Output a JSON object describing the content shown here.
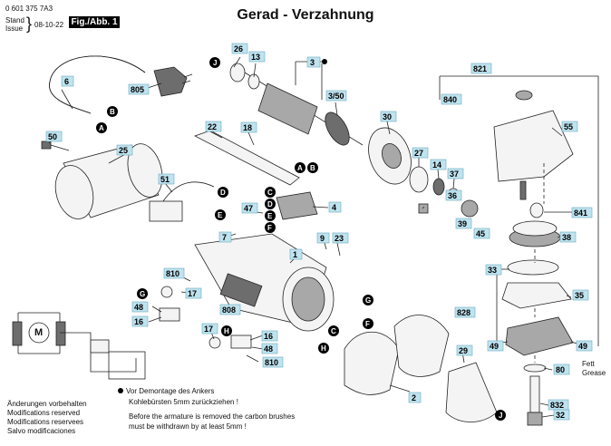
{
  "header": {
    "doc_number": "0 601 375 7A3",
    "stand_label": "Stand",
    "issue_label": "Issue",
    "date": "08-10-22",
    "fig_label": "Fig./Abb. 1",
    "title": "Gerad - Verzahnung"
  },
  "parts": [
    {
      "id": "p3",
      "label": "3"
    },
    {
      "id": "p350",
      "label": "3/50"
    },
    {
      "id": "p26",
      "label": "26"
    },
    {
      "id": "p13",
      "label": "13"
    },
    {
      "id": "p6",
      "label": "6"
    },
    {
      "id": "p805",
      "label": "805"
    },
    {
      "id": "p50",
      "label": "50"
    },
    {
      "id": "p25",
      "label": "25"
    },
    {
      "id": "p22",
      "label": "22"
    },
    {
      "id": "p18",
      "label": "18"
    },
    {
      "id": "p30",
      "label": "30"
    },
    {
      "id": "p27",
      "label": "27"
    },
    {
      "id": "p14",
      "label": "14"
    },
    {
      "id": "p37",
      "label": "37"
    },
    {
      "id": "p36",
      "label": "36"
    },
    {
      "id": "p39",
      "label": "39"
    },
    {
      "id": "p45",
      "label": "45"
    },
    {
      "id": "p51",
      "label": "51"
    },
    {
      "id": "p4",
      "label": "4"
    },
    {
      "id": "p47",
      "label": "47"
    },
    {
      "id": "p7",
      "label": "7"
    },
    {
      "id": "p9",
      "label": "9"
    },
    {
      "id": "p23",
      "label": "23"
    },
    {
      "id": "p1",
      "label": "1"
    },
    {
      "id": "p810a",
      "label": "810"
    },
    {
      "id": "p17a",
      "label": "17"
    },
    {
      "id": "p48a",
      "label": "48"
    },
    {
      "id": "p16a",
      "label": "16"
    },
    {
      "id": "p808",
      "label": "808"
    },
    {
      "id": "p17b",
      "label": "17"
    },
    {
      "id": "p16b",
      "label": "16"
    },
    {
      "id": "p48b",
      "label": "48"
    },
    {
      "id": "p810b",
      "label": "810"
    },
    {
      "id": "p29",
      "label": "29"
    },
    {
      "id": "p2",
      "label": "2"
    },
    {
      "id": "p821",
      "label": "821"
    },
    {
      "id": "p840",
      "label": "840"
    },
    {
      "id": "p55",
      "label": "55"
    },
    {
      "id": "p841",
      "label": "841"
    },
    {
      "id": "p38",
      "label": "38"
    },
    {
      "id": "p33",
      "label": "33"
    },
    {
      "id": "p35",
      "label": "35"
    },
    {
      "id": "p828",
      "label": "828"
    },
    {
      "id": "p49a",
      "label": "49"
    },
    {
      "id": "p49b",
      "label": "49"
    },
    {
      "id": "p80",
      "label": "80"
    },
    {
      "id": "p832",
      "label": "832"
    },
    {
      "id": "p32",
      "label": "32"
    }
  ],
  "markers": [
    "A",
    "B",
    "B",
    "A",
    "C",
    "D",
    "E",
    "D",
    "E",
    "F",
    "G",
    "H",
    "G",
    "H",
    "C",
    "F",
    "J",
    "J"
  ],
  "grease_note": {
    "line1": "Fett",
    "line2": "Grease"
  },
  "footnote": {
    "line1": "Vor Demontage des Ankers",
    "line2": "Kohlebürsten 5mm zurückziehen !",
    "line3": "Before the armature is removed the carbon brushes",
    "line4": "must be withdrawn by at least 5mm !"
  },
  "changes": {
    "de": "Änderungen vorbehalten",
    "en": "Modifications reserved",
    "fr": "Modifications reservees",
    "es": "Salvo modificaciones"
  },
  "motor_symbol": "M"
}
